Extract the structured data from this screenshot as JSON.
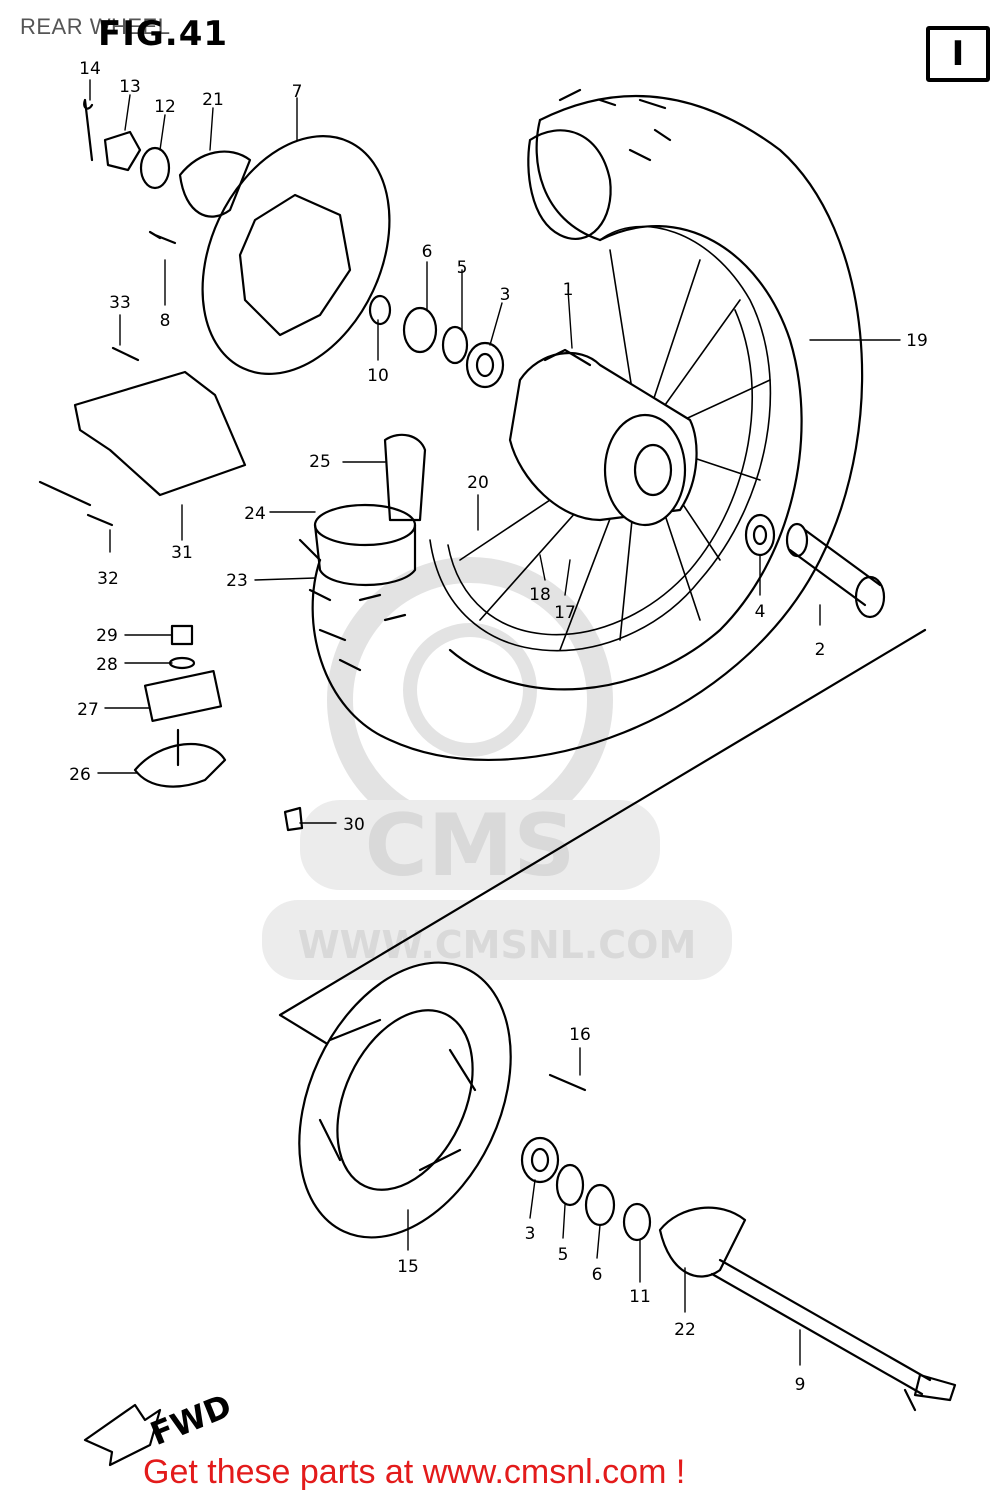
{
  "header": {
    "page_title": "REAR WHEEL",
    "figure_label": "FIG.41",
    "section_marker": "I"
  },
  "watermark": {
    "brand": "CMS",
    "url": "WWW.CMSNL.COM"
  },
  "direction_label": "FWD",
  "footer": {
    "cta": "Get these parts at www.cmsnl.com !",
    "cta_color": "#e31b1b"
  },
  "callouts": [
    "1",
    "2",
    "3",
    "4",
    "5",
    "6",
    "7",
    "8",
    "9",
    "10",
    "11",
    "12",
    "13",
    "14",
    "15",
    "16",
    "17",
    "18",
    "19",
    "20",
    "21",
    "22",
    "23",
    "24",
    "25",
    "26",
    "27",
    "28",
    "29",
    "30",
    "31",
    "32",
    "33",
    "3",
    "5",
    "6"
  ]
}
